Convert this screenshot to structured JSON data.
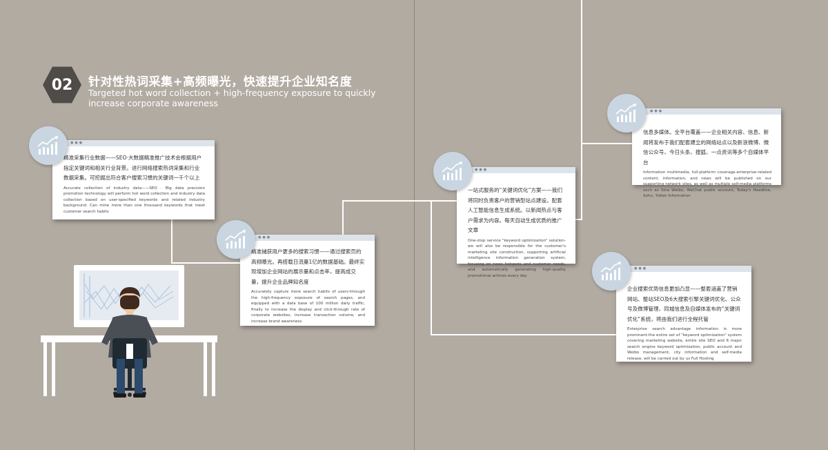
{
  "header": {
    "number": "02",
    "title_cn": "针对性热词采集+高频曝光，快速提升企业知名度",
    "title_en": "Targeted hot word collection + high-frequency exposure to quickly increase corporate awareness"
  },
  "cards": [
    {
      "cn": "精准采集行业数据——SEO·大数据精准推广技术会根据用户指定关键词和相关行业背景。进行网络搜索热词采集和行业数据采集。可挖掘出符合客户搜索习惯的关键词一千个以上",
      "en": "Accurate collection of industry data——SEO · Big data precision promotion technology will perform hot word collection and industry data collection based on user-specified keywords and related industry background. Can mine more than one thousand keywords that meet customer search habits"
    },
    {
      "cn": "精准捕获用户更多的搜索习惯——通过搜索页的高频曝光。再搭载日流量1亿的数据基础。最终实现增加企业网站的展示量和点击率，提高成交量，提升企业品牌知名度",
      "en": "Accurately capture more search habits of users-through the high-frequency exposure of search pages, and equipped with a data base of 100 million daily traffic, finally to increase the display and click-through rate of corporate websites, increase transaction volume, and increase brand awareness"
    },
    {
      "cn": "一站式服务的“关键词优化”方案——我们将同时负责客户的营销型站点建设。配套人工智能信息生成系统。以新闻热点与客户需求为内容。每天自动生成优质的推广文章",
      "en": "One-stop service \"keyword optimization\" solution-we will also be responsible for the customer's marketing site construction, supporting artificial intelligence information generation system, focusing on news hotspots and customer needs, and automatically generating high-quality promotional articles every day"
    },
    {
      "cn": "信息多媒体。全平台覆盖——企业相关内容、信息、新闻将发布于我们配套建立的网络站点以及新浪微博、微信公众号、今日头条、搜狐、一点资讯等多个自媒体平台",
      "en": "Information multimedia, full-platform coverage-enterprise-related content, information, and news will be published on our supporting network sites, as well as multiple self-media platforms such as Sina Weibo, WeChat public account, Today's Headline, Sohu, Yidian Information"
    },
    {
      "cn": "企业搜索优势信息更加凸显——整套涵盖了营销网站、整站SEO及6大搜索引擎关键词优化、公众号及微博管理、同城信息及自媒体发布的“关键词优化”系统，将由我们进行全程托管",
      "en": "Enterprise search advantage information is more prominent-the entire set of \"keyword optimization\" system covering marketing website, entire site SEO and 6 major search engine keyword optimization, public account and Weibo management, city information and self-media release, will be carried out by us Full Hosting"
    }
  ],
  "chart_icon": "bar-chart-trend-icon",
  "colors": {
    "background": "#b2aba2",
    "circle": "#c9d6e2",
    "hexagon": "#4f4b48",
    "icon": "#ffffff"
  }
}
